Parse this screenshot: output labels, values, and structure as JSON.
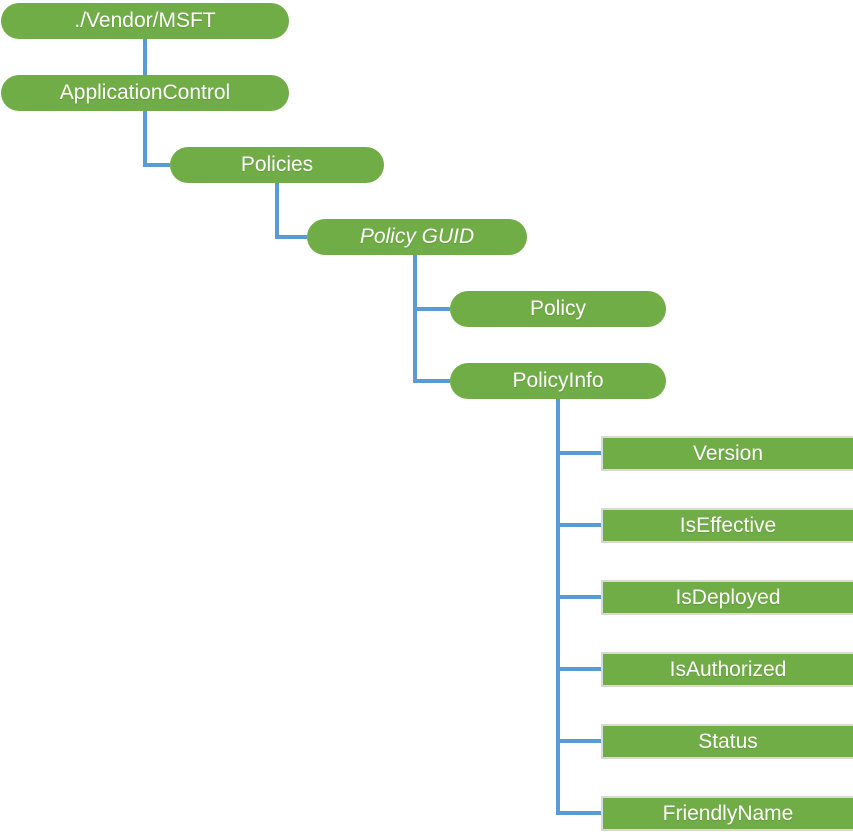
{
  "colors": {
    "node_fill": "#70AD47",
    "node_text": "#FFFFFF",
    "connector": "#5B9BD5",
    "leaf_border": "#D9D9D9",
    "background": "#FFFFFF"
  },
  "diagram": {
    "type": "tree",
    "root_label": "./Vendor/MSFT",
    "hierarchy": [
      "./Vendor/MSFT > ApplicationControl > Policies > Policy GUID > Policy",
      "./Vendor/MSFT > ApplicationControl > Policies > Policy GUID > PolicyInfo > Version",
      "./Vendor/MSFT > ApplicationControl > Policies > Policy GUID > PolicyInfo > IsEffective",
      "./Vendor/MSFT > ApplicationControl > Policies > Policy GUID > PolicyInfo > IsDeployed",
      "./Vendor/MSFT > ApplicationControl > Policies > Policy GUID > PolicyInfo > IsAuthorized",
      "./Vendor/MSFT > ApplicationControl > Policies > Policy GUID > PolicyInfo > Status",
      "./Vendor/MSFT > ApplicationControl > Policies > Policy GUID > PolicyInfo > FriendlyName"
    ]
  },
  "nodes": [
    {
      "id": "vendor-msft",
      "label": "./Vendor/MSFT",
      "shape": "pill",
      "italic": false
    },
    {
      "id": "application-control",
      "label": "ApplicationControl",
      "shape": "pill",
      "italic": false
    },
    {
      "id": "policies",
      "label": "Policies",
      "shape": "pill",
      "italic": false
    },
    {
      "id": "policy-guid",
      "label": "Policy GUID",
      "shape": "pill",
      "italic": true
    },
    {
      "id": "policy",
      "label": "Policy",
      "shape": "pill",
      "italic": false
    },
    {
      "id": "policy-info",
      "label": "PolicyInfo",
      "shape": "pill",
      "italic": false
    },
    {
      "id": "version",
      "label": "Version",
      "shape": "rect",
      "italic": false
    },
    {
      "id": "is-effective",
      "label": "IsEffective",
      "shape": "rect",
      "italic": false
    },
    {
      "id": "is-deployed",
      "label": "IsDeployed",
      "shape": "rect",
      "italic": false
    },
    {
      "id": "is-authorized",
      "label": "IsAuthorized",
      "shape": "rect",
      "italic": false
    },
    {
      "id": "status",
      "label": "Status",
      "shape": "rect",
      "italic": false
    },
    {
      "id": "friendly-name",
      "label": "FriendlyName",
      "shape": "rect",
      "italic": false
    }
  ]
}
